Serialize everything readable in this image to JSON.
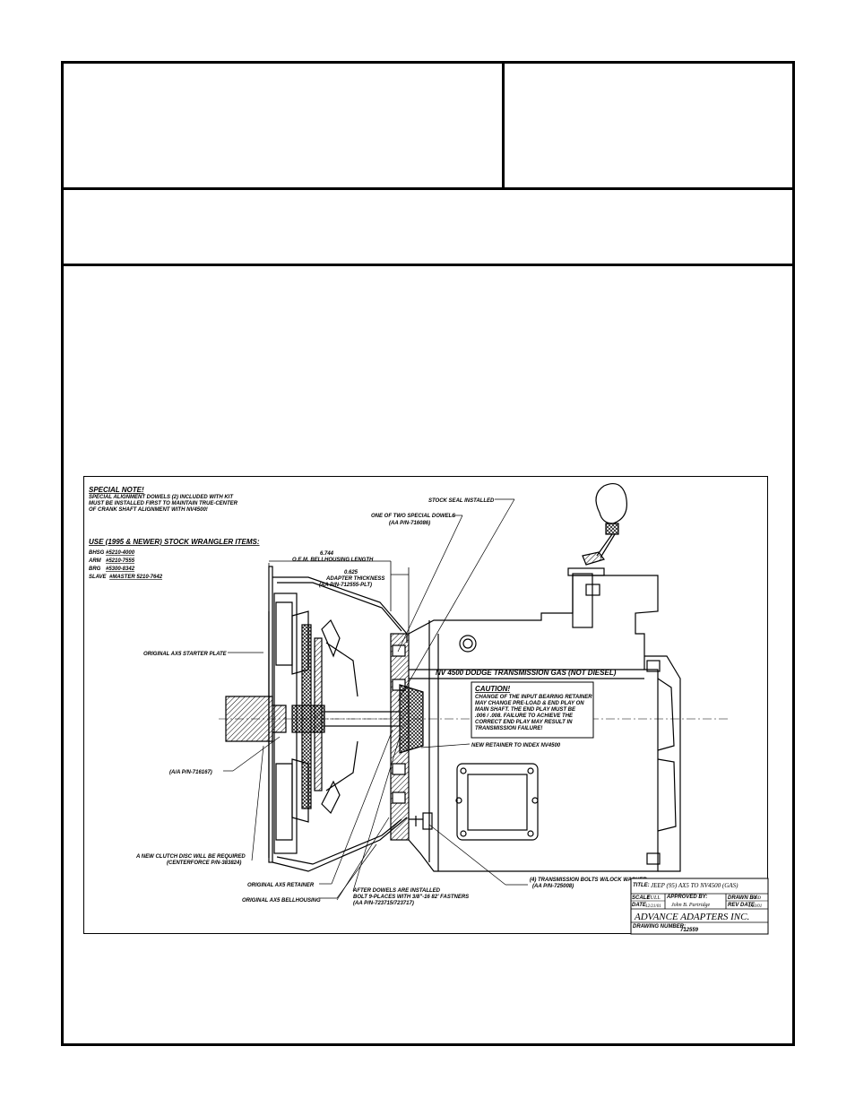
{
  "special_note": {
    "heading": "SPECIAL NOTE!",
    "lines": [
      "SPECIAL ALIGNMENT DOWELS (2) INCLUDED WITH KIT",
      "MUST BE INSTALLED FIRST TO MAINTAIN TRUE-CENTER",
      "OF CRANK SHAFT ALIGNMENT WITH NV4500!"
    ]
  },
  "stock_items": {
    "heading": "USE (1995 & NEWER) STOCK WRANGLER ITEMS:",
    "items": [
      {
        "label": "BHSG",
        "value": "#5210-4000"
      },
      {
        "label": "ARM",
        "value": "#5210-7555"
      },
      {
        "label": "BRG",
        "value": "#5300-8342"
      },
      {
        "label": "SLAVE",
        "value": "#MASTER 5210-7642"
      }
    ]
  },
  "dimensions": {
    "bellhousing_value": "6.744",
    "bellhousing_label": "O.E.M. BELLHOUSING LENGTH",
    "adapter_value": "0.625",
    "adapter_label": "ADAPTER THICKNESS",
    "adapter_pn": "(AA P/N-712555-PLT)"
  },
  "callouts": {
    "stock_seal": "STOCK SEAL INSTALLED",
    "dowel_line1": "ONE OF TWO SPECIAL DOWELS",
    "dowel_line2": "(AA P/N-716086)",
    "starter_plate": "ORIGINAL AX5 STARTER PLATE",
    "aa_pn": "(A/A P/N-716167)",
    "clutch_line1": "A NEW CLUTCH DISC WILL BE REQUIRED",
    "clutch_line2": "(CENTERFORCE  P/N-383824)",
    "retainer": "ORIGINAL AX5 RETAINER",
    "bellhousing": "ORIGINAL AX5 BELLHOUSING",
    "after_line1": "AFTER DOWELS ARE INSTALLED",
    "after_line2": "BOLT 9-PLACES WITH 3/8\"-16 82' FASTNERS",
    "after_line3": "(AA P/N-723715/723717)",
    "new_retainer": "NEW RETAINER TO INDEX NV4500",
    "bolts_line1": "(4) TRANSMISSION BOLTS W/LOCK WASHER",
    "bolts_line2": "(AA P/N-725008)",
    "trans_label": "NV 4500 DODGE TRANSMISSION GAS (NOT DIESEL)"
  },
  "caution": {
    "heading": "CAUTION!",
    "lines": [
      "CHANGE OF THE INPUT BEARING RETAINER",
      "MAY CHANGE PRE-LOAD & END PLAY ON",
      "MAIN SHAFT.  THE END PLAY MUST BE",
      ".006 / .008.  FAILURE TO ACHIEVE THE",
      "CORRECT END PLAY MAY RESULT IN",
      "TRANSMISSION FAILURE!"
    ]
  },
  "title_block": {
    "title_label": "TITLE:",
    "title_value": "JEEP (95) AX5 TO NV4500 (GAS)",
    "scale_label": "SCALE",
    "scale_value": "FULL",
    "approved_label": "APPROVED BY:",
    "approved_value": "John B. Partridge",
    "drawn_label": "DRAWN BY",
    "drawn_value": "KBD",
    "date_label": "DATE",
    "date_value": "12/21/01",
    "rev_label": "REV DATE",
    "rev_value": "3/23/01",
    "company": "ADVANCE ADAPTERS INC.",
    "drawing_label": "DRAWING NUMBER:",
    "drawing_number": "712559"
  }
}
